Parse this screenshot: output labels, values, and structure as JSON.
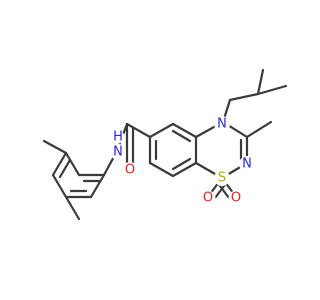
{
  "colors": {
    "bond": "#3a3a3a",
    "carbon": "#3a3a3a",
    "nitrogen": "#2b2bd6",
    "oxygen": "#e8201e",
    "sulfur": "#b3ab12"
  },
  "atoms": {
    "ring_n": "N",
    "imine_n": "N",
    "sulfur": "S",
    "sulfonyl_o_left": "O",
    "sulfonyl_o_right": "O",
    "amide_n": "N",
    "amide_h": "H",
    "carbonyl_o": "O"
  }
}
